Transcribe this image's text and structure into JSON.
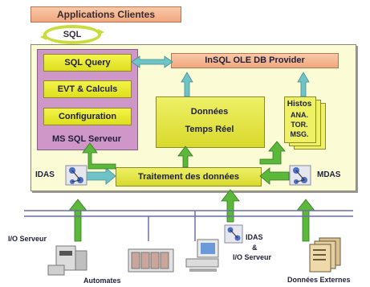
{
  "top": {
    "apps": "Applications Clientes",
    "sql": "SQL"
  },
  "mssql": {
    "items": [
      "SQL Query",
      "EVT & Calculs",
      "Configuration"
    ],
    "label": "MS SQL Serveur"
  },
  "insql": "InSQL OLE DB Provider",
  "realtime": {
    "line1": "Données",
    "line2": "Temps Réel"
  },
  "histos": {
    "title": "Histos",
    "lines": [
      "ANA.",
      "TOR.",
      "MSG."
    ]
  },
  "processing": "Traitement des données",
  "left_node": "IDAS",
  "right_node": "MDAS",
  "bottom": {
    "io_server": "I/O Serveur",
    "automates": "Automates",
    "idas": "IDAS",
    "and": "&",
    "io_server2": "I/O Serveur",
    "external": "Données Externes"
  },
  "colors": {
    "panel": "#fbfbd6",
    "mssql": "#cf96c8",
    "yellow": "#e8e93a",
    "orange": "#f4b48f",
    "arrow_green": "#5cb83a",
    "arrow_teal": "#6fc3c7",
    "bus": "#6a6fa8"
  }
}
